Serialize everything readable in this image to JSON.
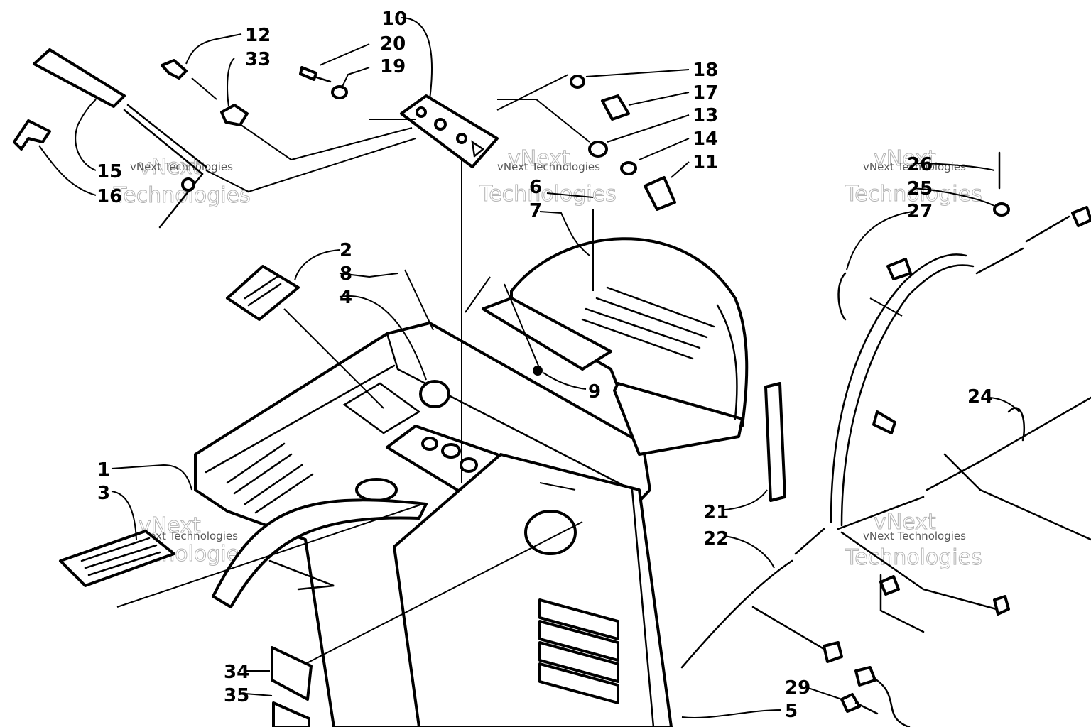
{
  "callouts": [
    {
      "id": "c10",
      "text": "10"
    },
    {
      "id": "c12",
      "text": "12"
    },
    {
      "id": "c20",
      "text": "20"
    },
    {
      "id": "c33",
      "text": "33"
    },
    {
      "id": "c19",
      "text": "19"
    },
    {
      "id": "c18",
      "text": "18"
    },
    {
      "id": "c17",
      "text": "17"
    },
    {
      "id": "c13",
      "text": "13"
    },
    {
      "id": "c14",
      "text": "14"
    },
    {
      "id": "c11",
      "text": "11"
    },
    {
      "id": "c15",
      "text": "15"
    },
    {
      "id": "c16",
      "text": "16"
    },
    {
      "id": "c6",
      "text": "6"
    },
    {
      "id": "c7",
      "text": "7"
    },
    {
      "id": "c26",
      "text": "26"
    },
    {
      "id": "c25",
      "text": "25"
    },
    {
      "id": "c27",
      "text": "27"
    },
    {
      "id": "c2",
      "text": "2"
    },
    {
      "id": "c8",
      "text": "8"
    },
    {
      "id": "c4",
      "text": "4"
    },
    {
      "id": "c9",
      "text": "9"
    },
    {
      "id": "c24",
      "text": "24"
    },
    {
      "id": "c1",
      "text": "1"
    },
    {
      "id": "c3",
      "text": "3"
    },
    {
      "id": "c21",
      "text": "21"
    },
    {
      "id": "c22",
      "text": "22"
    },
    {
      "id": "c34",
      "text": "34"
    },
    {
      "id": "c35",
      "text": "35"
    },
    {
      "id": "c29",
      "text": "29"
    },
    {
      "id": "c5",
      "text": "5"
    }
  ],
  "watermark": {
    "line1": "vNext",
    "line2": "Technologies",
    "small": "vNext Technologies"
  }
}
